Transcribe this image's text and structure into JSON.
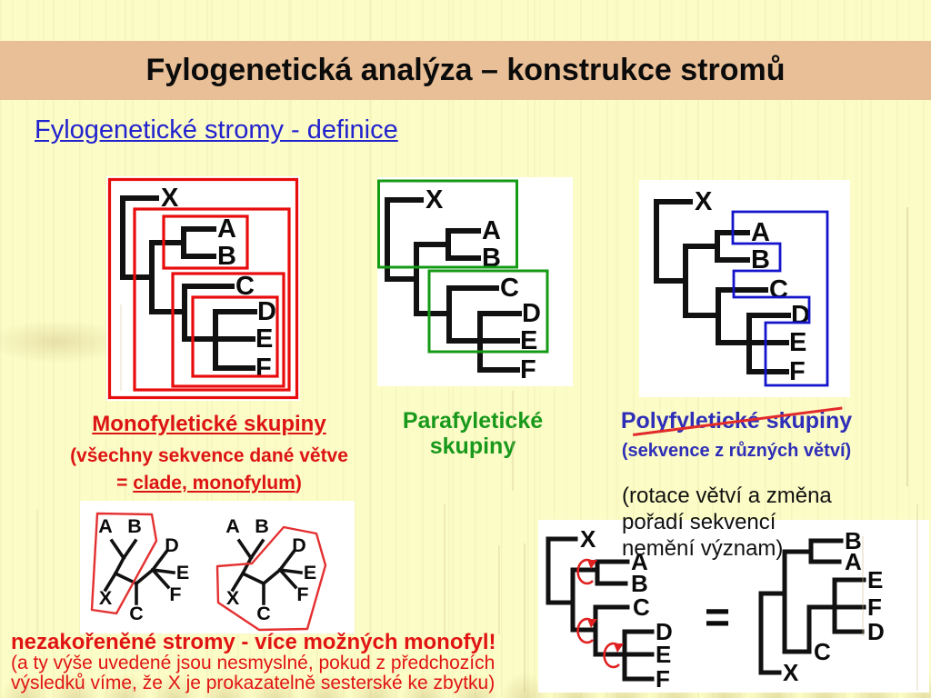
{
  "title": "Fylogenetická analýza – konstrukce stromů",
  "subtitle_link": "Fylogenetické stromy - definice",
  "leaf_order": [
    "X",
    "A",
    "B",
    "C",
    "D",
    "E",
    "F"
  ],
  "groups": {
    "mono": {
      "heading": "Monofyletické skupiny",
      "line2": "(všechny sekvence dané větve",
      "line3_eq": "= ",
      "line3_underlined": "clade, monofylum",
      "line3_suffix": ")"
    },
    "para": {
      "heading_line1": "Parafyletické",
      "heading_line2": "skupiny"
    },
    "poly": {
      "heading": "Polyfyletické skupiny",
      "subtext": "(sekvence z různých větví)"
    }
  },
  "unrooted": {
    "leaf_order": [
      "A",
      "B",
      "X",
      "C",
      "D",
      "E",
      "F"
    ],
    "caption_line1": "nezakořeněné stromy - více možných monofyl!",
    "caption_line2": "(a ty výše uvedené jsou nesmyslné, pokud z předchozích",
    "caption_line3": "výsledků víme, že X je prokazatelně sesterské ke zbytku)"
  },
  "rotation": {
    "note_line1": "(rotace větví a změna",
    "note_line2": "pořadí sekvencí",
    "note_line3": "nemění význam)",
    "equals_sign": "=",
    "left_leaves": [
      "X",
      "A",
      "B",
      "C",
      "D",
      "E",
      "F"
    ],
    "right_leaves": [
      "B",
      "A",
      "E",
      "F",
      "D",
      "C",
      "X"
    ]
  },
  "colors": {
    "background": "#fcfcc6",
    "band_peach": "#e9bf97",
    "link_blue": "#2222cf",
    "box_red": "#e80c0c",
    "box_green": "#149a14",
    "poly_blue": "#1414cc",
    "text_red": "#dd1414",
    "text_green": "#18991b",
    "text_blue": "#2e2eb8",
    "tree_black": "#111111",
    "arrow_red": "#e02020"
  }
}
